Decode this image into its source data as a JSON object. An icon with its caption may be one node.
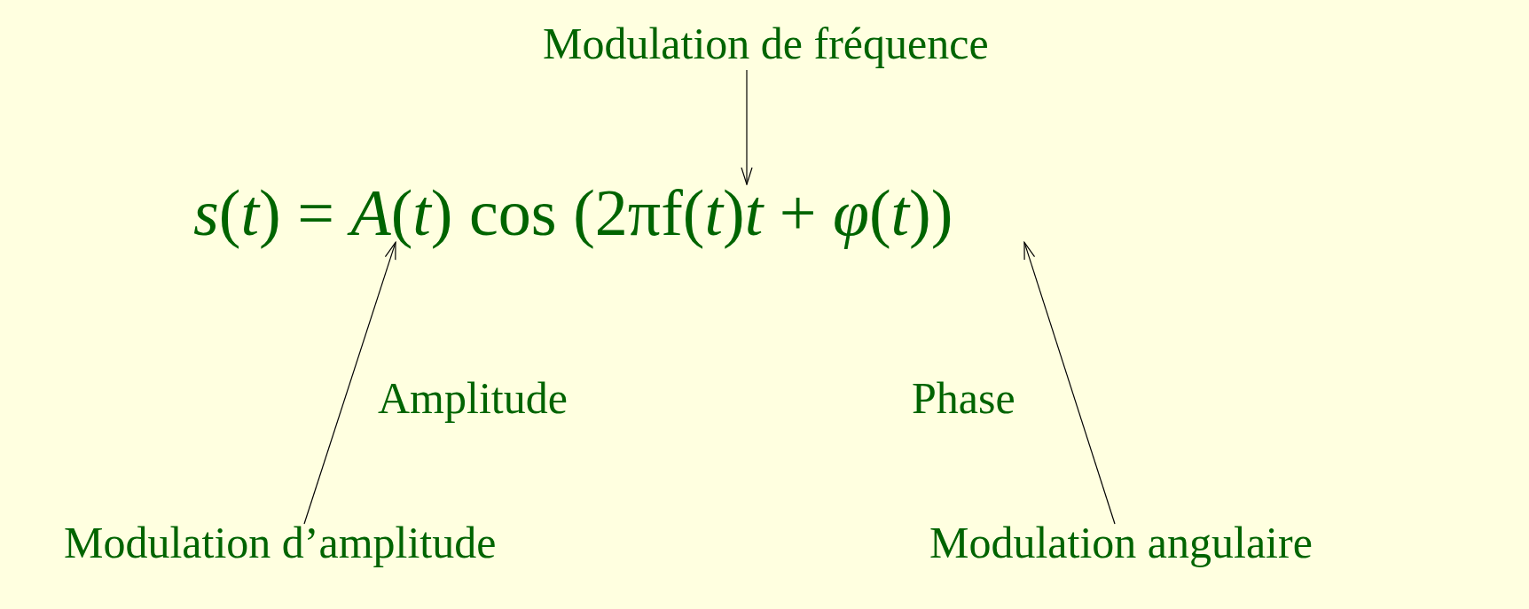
{
  "diagram": {
    "nodes": [
      {
        "text": [
          "*s*(*t*) = *A*(*t*) cos (2πf(*t*)*t* + *φ*(*t*))"
        ]
      },
      {
        "text": [
          "Modulation de fréquence"
        ]
      },
      {
        "text": [
          "Modulation d’amplitude"
        ]
      },
      {
        "text": [
          "Modulation angulaire"
        ]
      }
    ],
    "edges": [
      {
        "from": 1,
        "to": 0,
        "arrow": "to"
      },
      {
        "from": 2,
        "to": 0,
        "arrow": "to"
      },
      {
        "from": 3,
        "to": 0,
        "arrow": "to"
      }
    ],
    "labels": [
      "Amplitude",
      "Phase"
    ]
  }
}
